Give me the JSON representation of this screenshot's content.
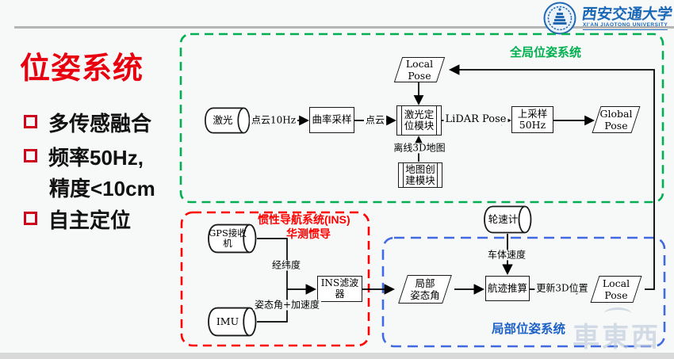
{
  "slide": {
    "title": "位姿系统",
    "bullets": [
      {
        "text": "多传感融合"
      },
      {
        "text": "频率50Hz,"
      },
      {
        "text": "精度<10cm"
      },
      {
        "text": "自主定位"
      }
    ]
  },
  "logo": {
    "name_cn": "西安交通大学",
    "name_en": "XI'AN JIAOTONG UNIVERSITY"
  },
  "groups": {
    "global": {
      "label": "全局位姿系统",
      "color": "#00b050"
    },
    "ins": {
      "label_line1": "惯性导航系统(INS)",
      "label_line2": "华测惯导",
      "color": "#ff0000"
    },
    "local": {
      "label": "局部位姿系统",
      "color": "#4169e1",
      "label_color": "#1e62c8"
    }
  },
  "nodes": {
    "laser": {
      "label": "激光",
      "shape": "cylinder"
    },
    "curvature": {
      "label": "曲率采样",
      "shape": "rect"
    },
    "laser_loc": {
      "line1": "激光定",
      "line2": "位模块",
      "shape": "predefined-process"
    },
    "upsample": {
      "line1": "上采样",
      "line2": "50Hz",
      "shape": "rect"
    },
    "global_pose": {
      "line1": "Global",
      "line2": "Pose",
      "shape": "parallelogram"
    },
    "local_pose_top": {
      "line1": "Local",
      "line2": "Pose",
      "shape": "parallelogram"
    },
    "map_module": {
      "line1": "地图创",
      "line2": "建模块",
      "shape": "predefined-process"
    },
    "gps": {
      "line1": "GPS接收",
      "line2": "机",
      "shape": "cylinder"
    },
    "imu": {
      "label": "IMU",
      "shape": "cylinder"
    },
    "wheel": {
      "label": "轮速计",
      "shape": "cylinder"
    },
    "ins_filter": {
      "label": "INS滤波器",
      "shape": "rect"
    },
    "local_att": {
      "line1": "局部",
      "line2": "姿态角",
      "shape": "parallelogram"
    },
    "dead_reckon": {
      "label": "航迹推算",
      "shape": "rect"
    },
    "local_pose_bottom": {
      "line1": "Local",
      "line2": "Pose",
      "shape": "parallelogram"
    }
  },
  "edge_labels": {
    "pointcloud_10hz": "点云10Hz",
    "pointcloud": "点云",
    "lidar_pose": "LiDAR Pose",
    "offline_map": "离线3D地图",
    "lat_lon": "经纬度",
    "attitude_accel": "姿态角+加速度",
    "vehicle_speed": "车体速度",
    "update_3d": "更新3D位置"
  },
  "watermark": "車東西",
  "colors": {
    "title_red": "#e8000f",
    "global_green": "#00b050",
    "ins_red": "#ff0000",
    "local_blue": "#4169e1",
    "local_label_blue": "#1e62c8",
    "background": "#f7f9f8"
  }
}
